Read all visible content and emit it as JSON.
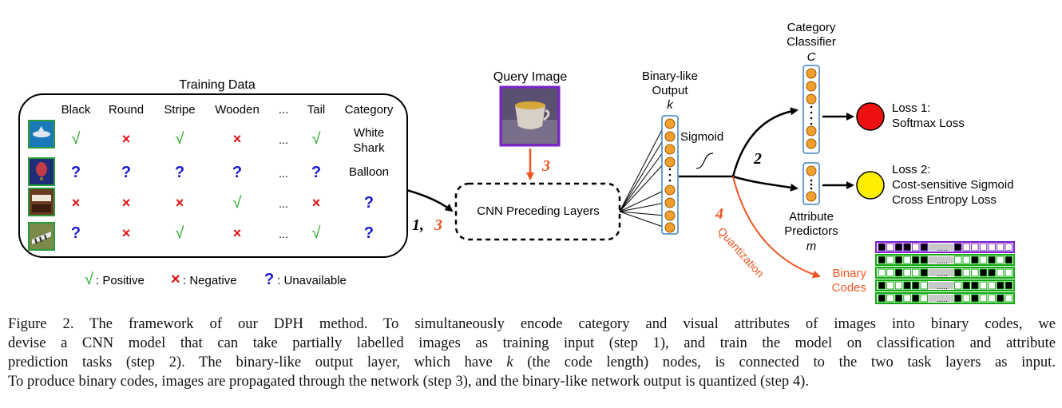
{
  "training": {
    "title": "Training Data",
    "headers": [
      "Black",
      "Round",
      "Stripe",
      "Wooden",
      "...",
      "Tail",
      "Category"
    ],
    "rows": [
      {
        "image": "shark-thumbnail",
        "marks": [
          "pos",
          "neg",
          "pos",
          "neg",
          "dots",
          "pos"
        ],
        "category": [
          "White",
          "Shark"
        ]
      },
      {
        "image": "balloon-thumbnail",
        "marks": [
          "unk",
          "unk",
          "unk",
          "unk",
          "dots",
          "unk"
        ],
        "category": [
          "Balloon"
        ]
      },
      {
        "image": "piano-thumbnail",
        "marks": [
          "neg",
          "neg",
          "neg",
          "pos",
          "dots",
          "neg"
        ],
        "category": [
          "?"
        ]
      },
      {
        "image": "zebra-thumbnail",
        "marks": [
          "unk",
          "neg",
          "pos",
          "neg",
          "dots",
          "pos"
        ],
        "category": [
          "?"
        ]
      }
    ],
    "symbols": {
      "pos": "√",
      "neg": "×",
      "unk": "?",
      "dots": "..."
    }
  },
  "legend": {
    "pos_symbol": "√",
    "pos_label": ": Positive",
    "neg_symbol": "×",
    "neg_label": ": Negative",
    "unk_symbol": "?",
    "unk_label": " : Unavailable"
  },
  "query": {
    "title": "Query Image"
  },
  "step_labels": {
    "step_1_3_a": "1,",
    "step_1_3_b": "3",
    "step_3": "3",
    "step_2": "2",
    "step_4": "4"
  },
  "cnn": {
    "label": "CNN Preceding Layers"
  },
  "binary_layer": {
    "line1": "Binary-like",
    "line2": "Output",
    "var": "k"
  },
  "sigmoid": {
    "label": "Sigmoid"
  },
  "classifier": {
    "line1": "Category",
    "line2": "Classifier",
    "var": "C"
  },
  "attributes": {
    "line1": "Attribute",
    "line2": "Predictors",
    "var": "m"
  },
  "loss1": {
    "line1": "Loss 1:",
    "line2": "Softmax Loss"
  },
  "loss2": {
    "line1": "Loss 2:",
    "line2": "Cost-sensitive Sigmoid",
    "line3": "Cross Entropy Loss"
  },
  "quantization": {
    "label": "Quantization"
  },
  "binary_codes": {
    "line1": "Binary",
    "line2": "Codes",
    "ellipsis": "....."
  },
  "colors": {
    "positive": "#22aa22",
    "negative": "#dd1111",
    "unknown": "#1a1acc",
    "node": "#f0a030",
    "step": "#ee5522",
    "loss1": "#ee1111",
    "loss2": "#ffee00",
    "purple": "#7b22cc",
    "green": "#11aa11"
  },
  "caption": {
    "line1": "Figure 2. The framework of our DPH method. To simultaneously encode category and visual attributes of images into binary codes, we",
    "line2": "devise a CNN model that can take partially labelled images as training input (step 1), and train the model on classification and attribute",
    "line3a": "prediction tasks (step 2). The binary-like output layer, which have ",
    "line3k": "k",
    "line3b": " (the code length) nodes, is connected to the two task layers as input.",
    "line4": "To produce binary codes, images are propagated through the network (step 3), and the binary-like network output is quantized (step 4)."
  }
}
